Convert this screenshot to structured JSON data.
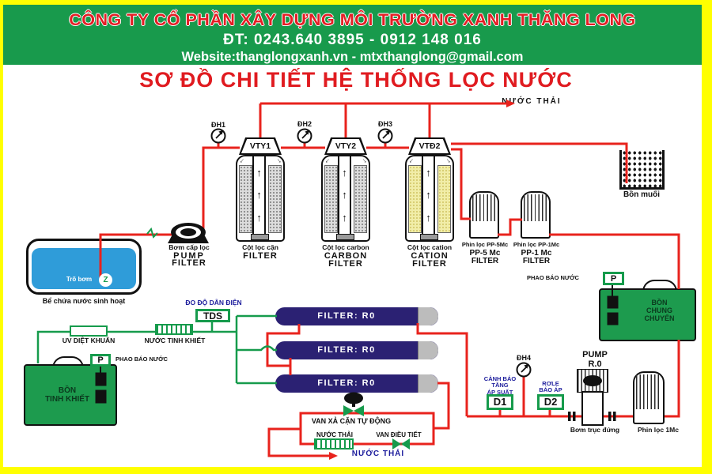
{
  "header": {
    "company": "CÔNG TY CỔ PHẦN XÂY DỰNG MÔI TRƯỜNG XANH THĂNG LONG",
    "phone": "ĐT: 0243.640 3895 - 0912 148 016",
    "website": "Website:thanglongxanh.vn - mtxthanglong@gmail.com"
  },
  "title": "SƠ ĐỒ CHI TIẾT HỆ THỐNG LỌC NƯỚC",
  "colors": {
    "frame_yellow": "#ffff00",
    "banner_green": "#189a4c",
    "heading_red": "#e41e25",
    "pipe_red": "#e8231d",
    "pipe_green": "#169b4c",
    "tank_green": "#1d9b4e",
    "water_blue": "#2f9cd9",
    "ro_navy": "#2b2173",
    "label_blue": "#1c1c9c",
    "cation_yellow": "#f1eda8"
  },
  "top": {
    "waste": "NƯỚC THẢI",
    "gauges": [
      "ĐH1",
      "ĐH2",
      "ĐH3"
    ],
    "valves": [
      "VTY1",
      "VTY2",
      "VTĐ2"
    ],
    "salt_tank": "Bồn muối"
  },
  "columns": [
    {
      "vn": "Cột lọc cặn",
      "en1": "FILTER",
      "en2": ""
    },
    {
      "vn": "Cột lọc carbon",
      "en1": "CARBON",
      "en2": "FILTER"
    },
    {
      "vn": "Cột lọc cation",
      "en1": "CATION",
      "en2": "FILTER"
    }
  ],
  "cartridges": [
    {
      "vn": "Phin lọc PP-5Mc",
      "en1": "PP-5 Mc",
      "en2": "FILTER"
    },
    {
      "vn": "Phin lọc PP-1Mc",
      "en1": "PP-1 Mc",
      "en2": "FILTER"
    }
  ],
  "feed": {
    "pump_vn": "Bơm cấp lọc",
    "pump_en1": "PUMP",
    "pump_en2": "FILTER",
    "strainer": "Trõ bơm",
    "strainer_icon": "Z",
    "source_tank": "Bể chứa nước sinh hoạt"
  },
  "transfer": {
    "float_label": "PHAO BÁO NƯỚC",
    "p": "P",
    "tank": "BỒN\nCHUNG\nCHUYỂN"
  },
  "ro": {
    "filter": "FILTER: R0",
    "tds_title": "ĐO ĐỘ DẪN ĐIỆN",
    "tds": "TDS",
    "uv": "UV DIỆT KHUẨN",
    "pure_line": "NƯỚC TINH KHIẾT",
    "float_label": "PHAO BÁO NƯỚC",
    "p": "P",
    "pure_tank": "BỒN\nTINH KHIẾT"
  },
  "drain": {
    "auto_valve": "VAN XẢ CẶN TỰ ĐỘNG",
    "waste_comp": "NƯỚC THẢI",
    "reg_valve": "VAN ĐIỀU TIẾT",
    "waste_out": "NƯỚC THẢI"
  },
  "pressure": {
    "gauge": "ĐH4",
    "warn": "CẢNH BÁO\nTĂNG\nÁP SUẤT",
    "d1": "D1",
    "relay": "RƠLE\nBÁO ÁP",
    "d2": "D2",
    "pump": "PUMP\nR.0",
    "pump_vn": "Bơm trục đứng",
    "cartridge": "Phin lọc 1Mc"
  }
}
